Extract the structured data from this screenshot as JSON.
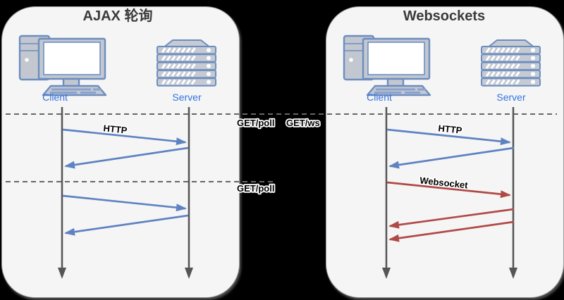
{
  "left": {
    "title": "AJAX 轮询",
    "client_label": "Client",
    "server_label": "Server",
    "http_label": "HTTP",
    "poll_label_top": "GET/poll",
    "poll_label_bottom": "GET/poll"
  },
  "right": {
    "title": "Websockets",
    "client_label": "Client",
    "server_label": "Server",
    "http_label": "HTTP",
    "ws_label": "GET/ws",
    "websocket_label": "Websocket"
  },
  "icons": {
    "client": "client-computer-icon",
    "server": "server-rack-icon"
  },
  "colors": {
    "background": "#000000",
    "panel_fill": "#f5f5f5",
    "panel_border": "#9b9b9b",
    "title_text": "#3a3a3a",
    "node_label_blue": "#3672e0",
    "lifeline_gray": "#555555",
    "dashed_line_gray": "#666666",
    "http_arrow_blue": "#5e82c2",
    "websocket_arrow_red": "#b04a47",
    "icon_stroke_blue": "#6c8ebf",
    "icon_fill_gray": "#c3c7d0"
  }
}
